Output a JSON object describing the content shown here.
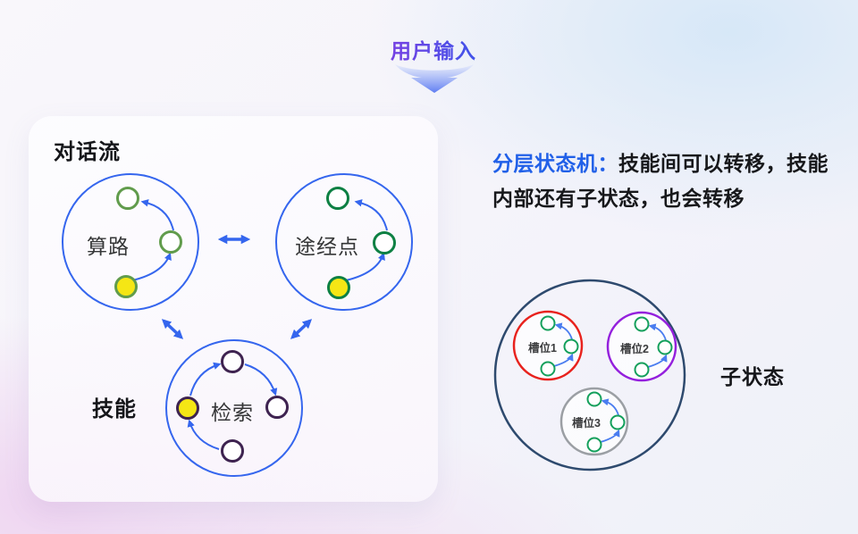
{
  "header": {
    "input_label": "用户输入"
  },
  "flow_panel": {
    "title": "对话流",
    "skill_label": "技能",
    "states": [
      {
        "name": "算路",
        "node_color": "#619c4c"
      },
      {
        "name": "途经点",
        "node_color": "#0d8043"
      },
      {
        "name": "检索",
        "node_color": "#3e2350"
      }
    ]
  },
  "annotation": {
    "lead": "分层状态机：",
    "line1": "技能间可以转移，技能",
    "line2": "内部还有子状态，也会转移",
    "lead_color": "#2160e8"
  },
  "substate": {
    "label": "子状态",
    "slots": [
      {
        "name": "槽位1",
        "color": "#e8221d"
      },
      {
        "name": "槽位2",
        "color": "#9420dd"
      },
      {
        "name": "槽位3",
        "color": "#9b9fa4"
      }
    ]
  },
  "colors": {
    "accent_blue": "#3566ee",
    "active_yellow": "#f5e615",
    "outer_navy": "#2e4a6e",
    "substate_node_green": "#14a05c",
    "mini_arrow_blue": "#4a7df0"
  }
}
